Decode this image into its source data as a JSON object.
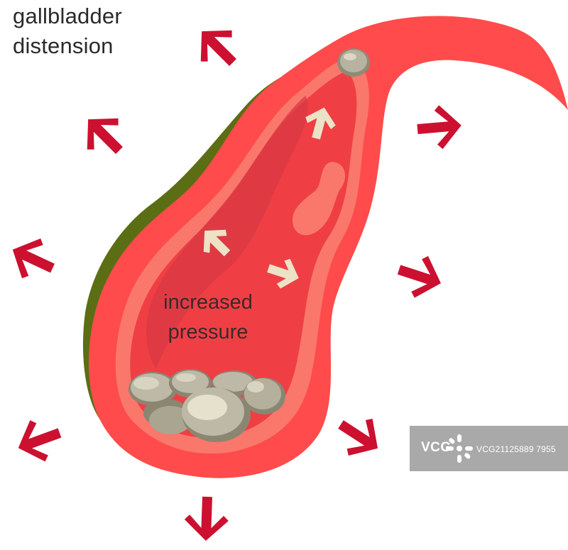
{
  "title": {
    "line1": "gallbladder",
    "line2": "distension"
  },
  "pressure_label": {
    "line1": "increased",
    "line2": "pressure"
  },
  "watermark": {
    "logo": "VCG",
    "id": "VCG21125889 7955"
  },
  "colors": {
    "outer_arrow": "#cc1130",
    "inner_arrow": "#ece3c6",
    "wall": "#ff4b4b",
    "lumen": "#ef3f45",
    "lining": "#f9786b",
    "serosa": "#5b6e14",
    "stone": "#b7b3a0"
  },
  "icons": [
    "outward-arrow-icon",
    "inward-pressure-arrow-icon",
    "gallstone-icon"
  ]
}
